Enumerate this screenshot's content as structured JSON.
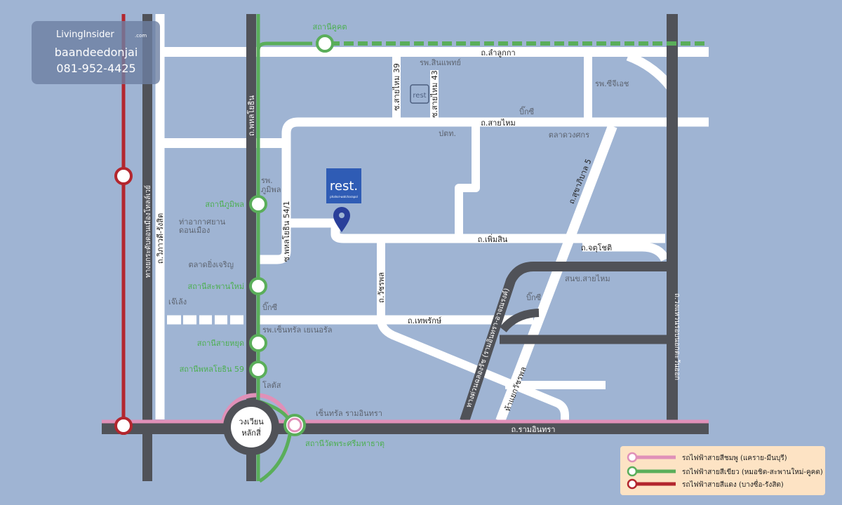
{
  "watermark": {
    "brand": "LivingInsider",
    "brand_suffix": ".com",
    "user": "baandeedonjai",
    "phone": "081-952-4425"
  },
  "roads": {
    "lamlukka": "ถ.ลำลูกกา",
    "saimai": "ถ.สายไหม",
    "phoemsin": "ถ.เพิ่มสิน",
    "chatuchot": "ถ.จตุโชติ",
    "thepharak": "ถ.เทพรักษ์",
    "ramintra": "ถ.รามอินทรา",
    "phahonyothin": "ถ.พหลโยธิน",
    "vibhavadi": "ถ.วิภาวดี-รังสิต",
    "tollway": "ทางยกระดับดอนเมืองโทลล์เวย์",
    "soi39": "ซ.สายไหม 39",
    "soi43": "ซ.สายไหม 43",
    "soi54": "ซ.พหลโยธิน 54/1",
    "sukhaphiban5": "ถ.สุขาภิบาล 5",
    "watcharaphon": "ถ.วัชรพล",
    "expressway": "ทางด่วนฉลองรัช (รามอินทรา-อาจณรงค์)",
    "junction": "ห้าแยกวัชรพล",
    "ring": "ถ.วงแหวนรอบนอกตะวันออก",
    "roundabout_1": "วงเวียน",
    "roundabout_2": "หลักสี่"
  },
  "stations": {
    "khukhot": "สถานีคูคต",
    "bhumibol": "สถานีภูมิพล",
    "saphanmai": "สถานีสะพานใหม่",
    "saiyud": "สถานีสายหยุด",
    "phahon59": "สถานีพหลโยธิน 59",
    "watphra": "สถานีวัดพระศรีมหาธาตุ"
  },
  "pois": {
    "sinphaet": "รพ.สินแพทย์",
    "cgh": "รพ.ซีจีเอช",
    "bigc1": "บิ๊กซี",
    "ptt": "ปตท.",
    "market_dk": "ตลาดวงศกร",
    "bhumibol_hosp_1": "รพ.",
    "bhumibol_hosp_2": "ภูมิพล",
    "airport_1": "ท่าอากาศยาน",
    "airport_2": "ดอนเมือง",
    "market_yc": "ตลาดยิ่งเจริญ",
    "jelang": "เจ๊เล้ง",
    "bigc2": "บิ๊กซี",
    "central_hosp": "รพ.เซ็นทรัล เยเนอรัล",
    "lotus": "โลตัส",
    "central": "เซ็นทรัล รามอินทรา",
    "district": "สนข.สายไหม",
    "bigc3": "บิ๊กซี",
    "rest_small": "rest"
  },
  "project": {
    "logo": "rest.",
    "tagline": "phahol-watcharapol"
  },
  "legend": [
    {
      "label": "รถไฟฟ้าสายสีชมพู (แคราย-มีนบุรี)",
      "color": "#e090b8"
    },
    {
      "label": "รถไฟฟ้าสายสีเขียว (หมอชิต-สะพานใหม่-คูคต)",
      "color": "#5aae5a"
    },
    {
      "label": "รถไฟฟ้าสายสีแดง (บางซื่อ-รังสิต)",
      "color": "#b3262e"
    }
  ],
  "colors": {
    "background": "#9fb4d3",
    "highway": "#505258",
    "pink": "#e090b8",
    "green": "#5aae5a",
    "red": "#b3262e",
    "pin": "#2a3f9a",
    "logo": "#2f5cb5"
  }
}
